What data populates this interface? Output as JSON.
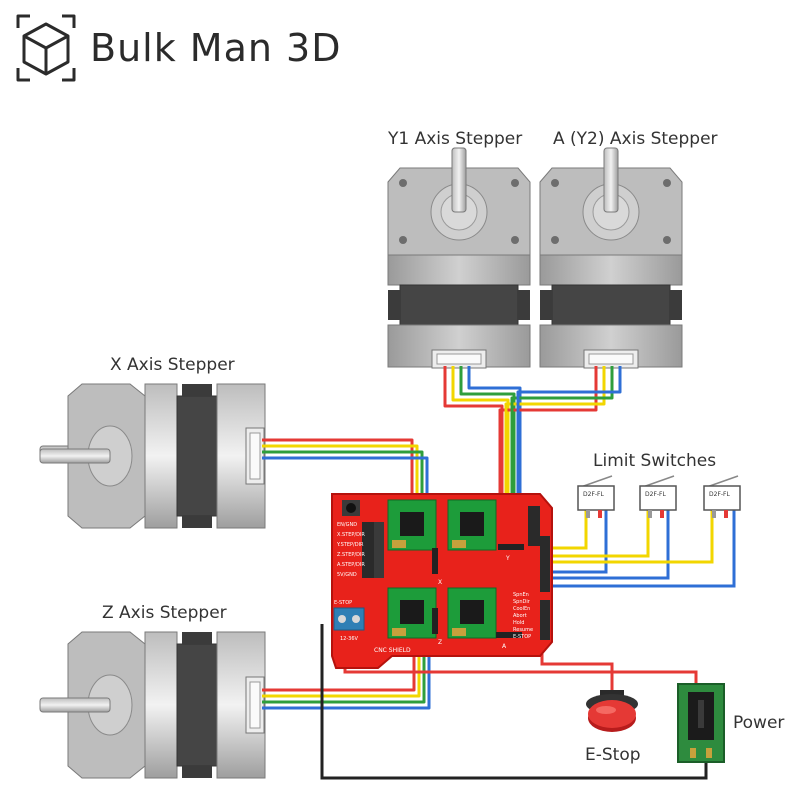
{
  "brand": {
    "name": "Bulk Man 3D",
    "logo_icon": "cube-icon"
  },
  "labels": {
    "y1_stepper": "Y1 Axis Stepper",
    "a_stepper": "A (Y2) Axis Stepper",
    "x_stepper": "X Axis Stepper",
    "z_stepper": "Z Axis Stepper",
    "limit_switches": "Limit Switches",
    "estop": "E-Stop",
    "power": "Power"
  },
  "board": {
    "name": "CNC SHIELD",
    "left_pins": [
      "EN/GND",
      "X.STEP/DIR",
      "Y.STEP/DIR",
      "Z.STEP/DIR",
      "A.STEP/DIR",
      "5V/GND"
    ],
    "right_pins": [
      "SpnEn",
      "SpnDir",
      "CoolEn",
      "Abort",
      "Hold",
      "Resume",
      "E-STOP"
    ],
    "axis_marks": [
      "X",
      "Y",
      "Z",
      "A"
    ],
    "power_label": "12-36V",
    "estop_label": "E-STOP"
  },
  "switch_label": "D2F-FL",
  "colors": {
    "wire_red": "#e53935",
    "wire_yellow": "#f2d600",
    "wire_green": "#2e9e3c",
    "wire_blue": "#2f6fd6",
    "board_red": "#e8221b",
    "motor_grey": "#b4b4b4",
    "motor_dark": "#424242"
  }
}
